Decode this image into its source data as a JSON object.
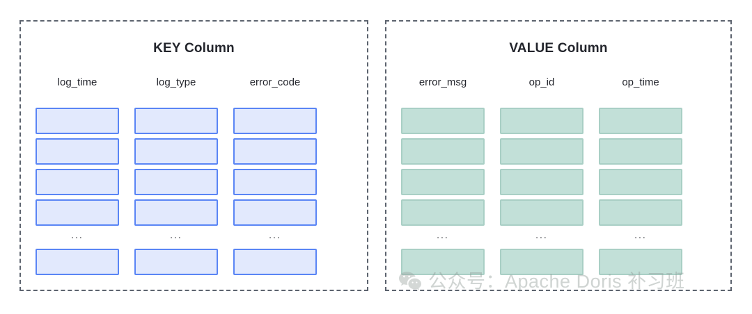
{
  "diagram": {
    "type": "table-schema-illustration",
    "panels": [
      {
        "id": "key",
        "title": "KEY Column",
        "accent": "#5a85f5",
        "fill": "#e2e9fd",
        "columns": [
          "log_time",
          "log_type",
          "error_code"
        ],
        "rows_before_break": 4,
        "rows_after_break": 1,
        "break_symbol": "..."
      },
      {
        "id": "value",
        "title": "VALUE Column",
        "accent": "#a9cfc5",
        "fill": "#c2e0d8",
        "columns": [
          "error_msg",
          "op_id",
          "op_time"
        ],
        "rows_before_break": 4,
        "rows_after_break": 1,
        "break_symbol": "..."
      }
    ],
    "border_color": "#5c636e",
    "border_style": "dashed",
    "background": "#ffffff"
  },
  "watermark": {
    "text": "公众号：Apache Doris 补习班",
    "icon": "wechat-logo-icon",
    "color": "#8f9a96"
  }
}
